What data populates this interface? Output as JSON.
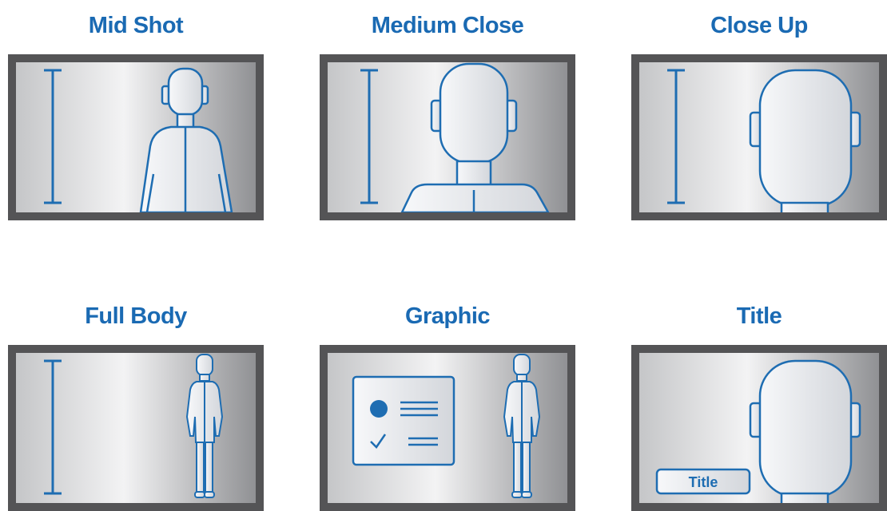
{
  "colors": {
    "accent": "#1e6db2",
    "frame": "#545456",
    "title_text": "#1a6ab3"
  },
  "shots": [
    {
      "id": "mid-shot",
      "label": "Mid Shot"
    },
    {
      "id": "medium-close",
      "label": "Medium Close"
    },
    {
      "id": "close-up",
      "label": "Close Up"
    },
    {
      "id": "full-body",
      "label": "Full Body"
    },
    {
      "id": "graphic",
      "label": "Graphic"
    },
    {
      "id": "title",
      "label": "Title"
    }
  ],
  "title_box_label": "Title"
}
